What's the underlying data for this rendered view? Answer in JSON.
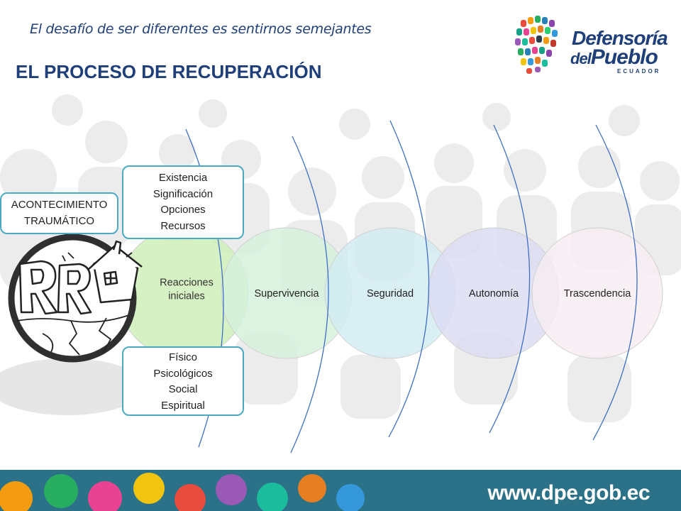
{
  "header": {
    "tagline": "El desafío de ser diferentes es sentirnos semejantes",
    "title": "EL PROCESO DE RECUPERACIÓN"
  },
  "logo": {
    "line1": "Defensoría",
    "line2a": "del",
    "line2b": "Pueblo",
    "line3": "ECUADOR"
  },
  "diagram": {
    "event_label": [
      "ACONTECIMIENTO",
      "TRAUMÁTICO"
    ],
    "top_box": [
      "Existencia",
      "Significación",
      "Opciones",
      "Recursos"
    ],
    "bottom_box": [
      "Físico",
      "Psicológicos",
      "Social",
      "Espiritual"
    ],
    "stages": [
      {
        "lines": [
          "Reacciones",
          "iniciales"
        ],
        "color": "#cdeeb6"
      },
      {
        "lines": [
          "Supervivencia"
        ],
        "color": "#d4f0dc"
      },
      {
        "lines": [
          "Seguridad"
        ],
        "color": "#d2ecf2"
      },
      {
        "lines": [
          "Autonomía"
        ],
        "color": "#dcdcf3"
      },
      {
        "lines": [
          "Trascendencia"
        ],
        "color": "#f7edf2"
      }
    ],
    "arc_color": "#3f6fc6"
  },
  "footer": {
    "url": "www.dpe.gob.ec",
    "color": "#2b7288"
  }
}
